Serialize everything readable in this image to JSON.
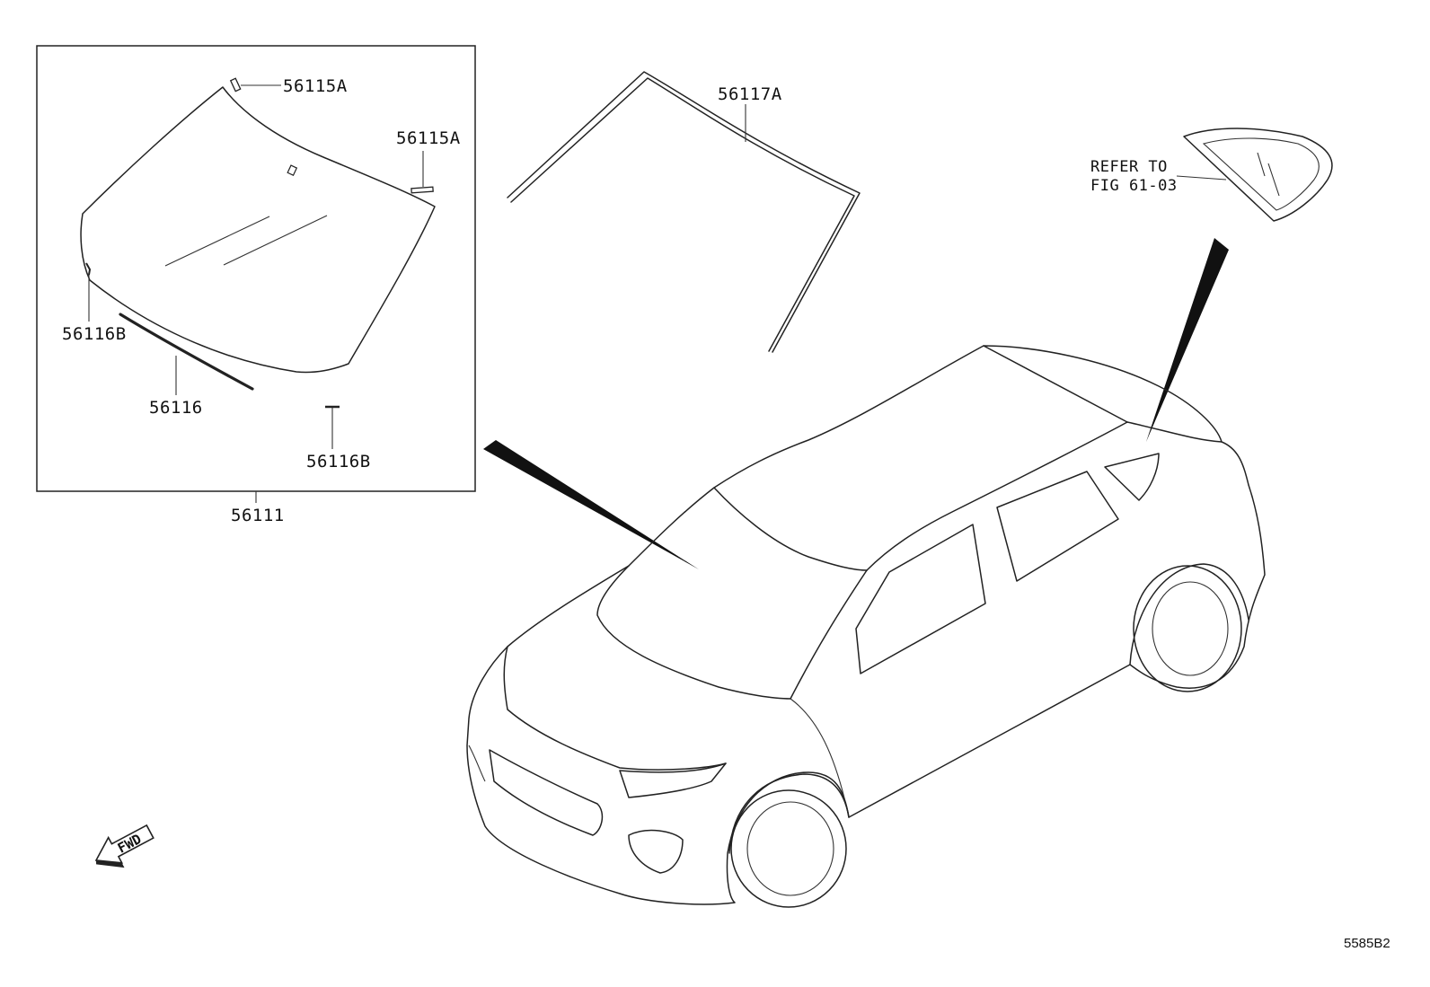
{
  "labels": {
    "glass_assembly": "56111",
    "clip_top": "56115A",
    "clip_right": "56115A",
    "seal_small_left": "56116B",
    "seal_strip": "56116",
    "seal_small_right": "56116B",
    "weatherstrip": "56117A",
    "refer_line1": "REFER TO",
    "refer_line2": "FIG 61-03"
  },
  "forward_arrow": "FWD",
  "figure_code": "5585B2"
}
